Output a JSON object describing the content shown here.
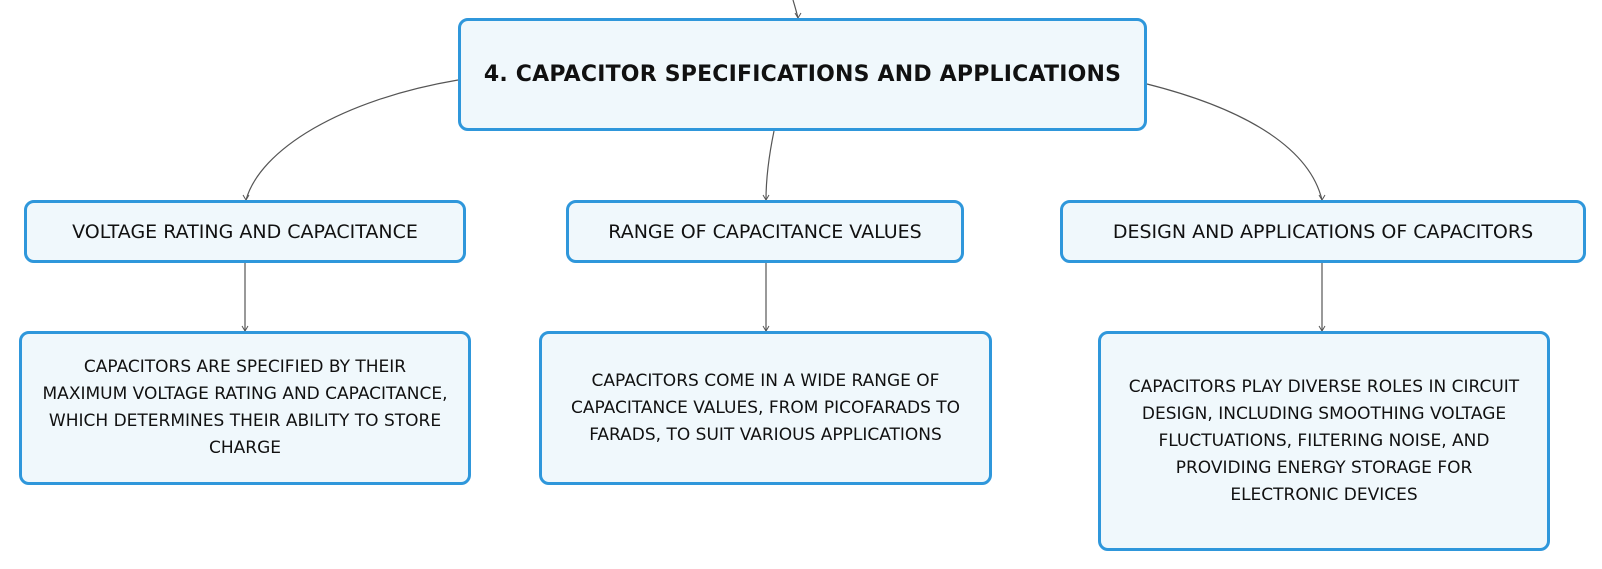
{
  "diagram": {
    "root": {
      "label": "4. CAPACITOR SPECIFICATIONS AND APPLICATIONS"
    },
    "branches": [
      {
        "label": "VOLTAGE RATING AND CAPACITANCE",
        "detail": "CAPACITORS ARE SPECIFIED BY THEIR MAXIMUM VOLTAGE RATING AND CAPACITANCE, WHICH DETERMINES THEIR ABILITY TO STORE CHARGE"
      },
      {
        "label": "RANGE OF CAPACITANCE VALUES",
        "detail": "CAPACITORS COME IN A WIDE RANGE OF CAPACITANCE VALUES, FROM PICOFARADS TO FARADS, TO SUIT VARIOUS APPLICATIONS"
      },
      {
        "label": "DESIGN AND APPLICATIONS OF CAPACITORS",
        "detail": "CAPACITORS PLAY DIVERSE ROLES IN CIRCUIT DESIGN, INCLUDING SMOOTHING VOLTAGE FLUCTUATIONS, FILTERING NOISE, AND PROVIDING ENERGY STORAGE FOR ELECTRONIC DEVICES"
      }
    ],
    "colors": {
      "node_border": "#2f97db",
      "node_fill": "#f0f8fc",
      "connector": "#555555",
      "text": "#111111"
    }
  }
}
